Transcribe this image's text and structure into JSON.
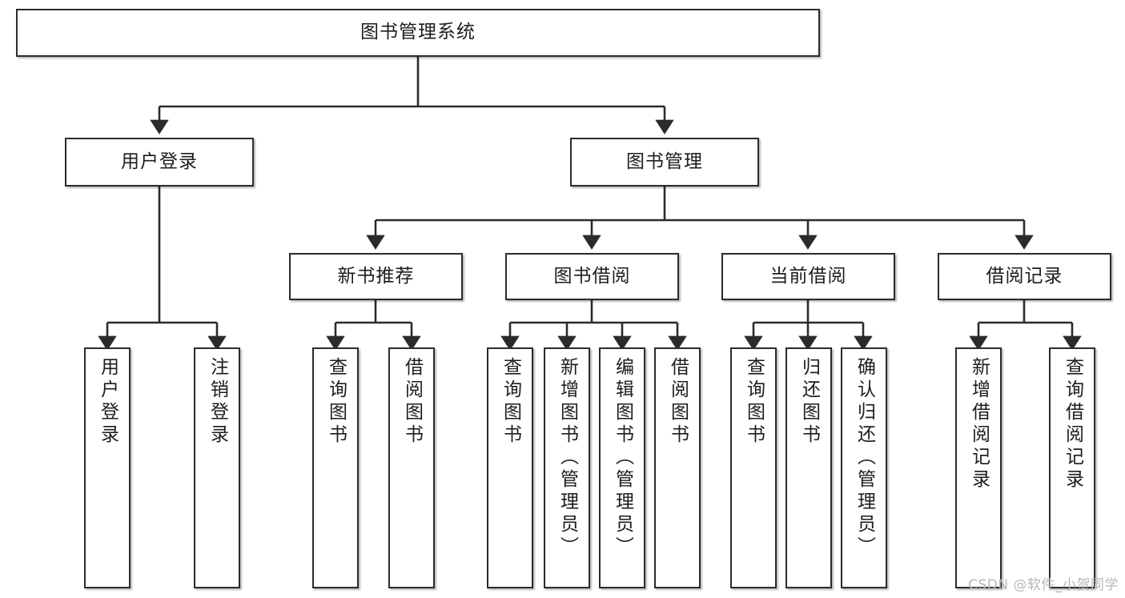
{
  "diagram": {
    "title": "图书管理系统",
    "type": "tree",
    "watermark": "CSDN @软件_小贺同学",
    "colors": {
      "stroke": "#2b2b2b",
      "fill": "#ffffff",
      "text": "#1d1d1d",
      "watermark": "#b6b6b6"
    },
    "levels": {
      "root": {
        "label": "图书管理系统"
      },
      "level2": [
        {
          "label": "用户登录"
        },
        {
          "label": "图书管理"
        }
      ],
      "level3": [
        {
          "label": "新书推荐"
        },
        {
          "label": "图书借阅"
        },
        {
          "label": "当前借阅"
        },
        {
          "label": "借阅记录"
        }
      ],
      "leaves": [
        {
          "label": "用户登录",
          "parent": "用户登录"
        },
        {
          "label": "注销登录",
          "parent": "用户登录"
        },
        {
          "label": "查询图书",
          "parent": "新书推荐"
        },
        {
          "label": "借阅图书",
          "parent": "新书推荐"
        },
        {
          "label": "查询图书",
          "parent": "图书借阅"
        },
        {
          "label": "新增图书（管理员）",
          "parent": "图书借阅"
        },
        {
          "label": "编辑图书（管理员）",
          "parent": "图书借阅"
        },
        {
          "label": "借阅图书",
          "parent": "图书借阅"
        },
        {
          "label": "查询图书",
          "parent": "当前借阅"
        },
        {
          "label": "归还图书",
          "parent": "当前借阅"
        },
        {
          "label": "确认归还（管理员）",
          "parent": "当前借阅"
        },
        {
          "label": "新增借阅记录",
          "parent": "借阅记录"
        },
        {
          "label": "查询借阅记录",
          "parent": "借阅记录"
        }
      ]
    }
  }
}
